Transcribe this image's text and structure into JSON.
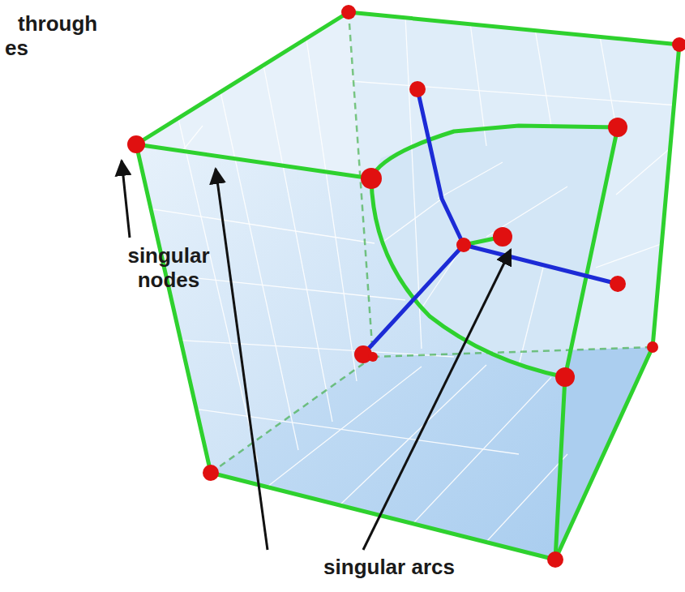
{
  "diagram": {
    "labels": [
      "through",
      "es",
      "singular nodes",
      "singular arcs"
    ]
  }
}
